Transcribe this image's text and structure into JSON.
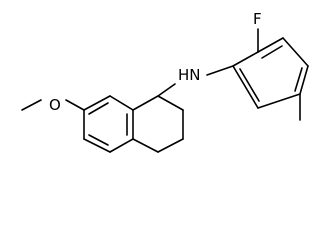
{
  "molecule": {
    "atoms": {
      "fluorine": "F",
      "amine": "HN",
      "oxygen": "O"
    }
  },
  "colors": {
    "ink": "#000000",
    "background": "#ffffff"
  }
}
